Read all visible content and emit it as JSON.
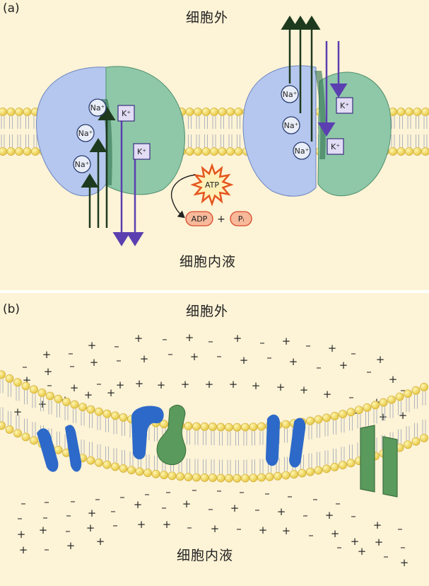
{
  "panel_a": {
    "label": "(a)",
    "outside_label": "细胞外",
    "inside_label": "细胞内液",
    "pump1": {
      "na_labels": [
        "Na⁺",
        "Na⁺",
        "Na⁺"
      ],
      "k_labels": [
        "K⁺",
        "K⁺"
      ]
    },
    "pump2": {
      "na_labels": [
        "Na⁺",
        "Na⁺",
        "Na⁺"
      ],
      "k_labels": [
        "K⁺",
        "K⁺"
      ]
    },
    "atp_label": "ATP",
    "adp_label": "ADP",
    "plus_label": "+",
    "pi_label": "Pᵢ"
  },
  "panel_b": {
    "label": "(b)",
    "outside_label": "细胞外",
    "inside_label": "细胞内液"
  },
  "colors": {
    "background": "#fdf3d6",
    "membrane_head": "#f5d75a",
    "na_subunit": "#b5c7ee",
    "k_subunit": "#8fc8a8",
    "channel_blue": "#2d69c8",
    "channel_green": "#5a9a5c",
    "arrow_dark": "#1e3a1e",
    "arrow_purple": "#5b3fb0",
    "atp_fill": "#e85c2a"
  }
}
